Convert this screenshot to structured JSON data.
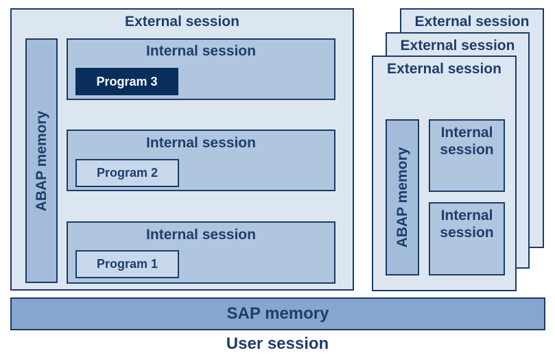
{
  "external_session_label": "External session",
  "internal_session_label": "Internal session",
  "abap_memory_label": "ABAP memory",
  "internal_session_short": [
    "Internal",
    "session"
  ],
  "programs": [
    "Program 3",
    "Program 2",
    "Program 1"
  ],
  "sap_memory_label": "SAP memory",
  "user_session_label": "User session",
  "colors": {
    "border": "#1b3a66",
    "text": "#1f3d6b",
    "external_fill": "#dce6f1",
    "internal_fill": "#b0c6de",
    "active_program_fill": "#082e5c",
    "sap_memory_fill": "#85a6cf"
  }
}
